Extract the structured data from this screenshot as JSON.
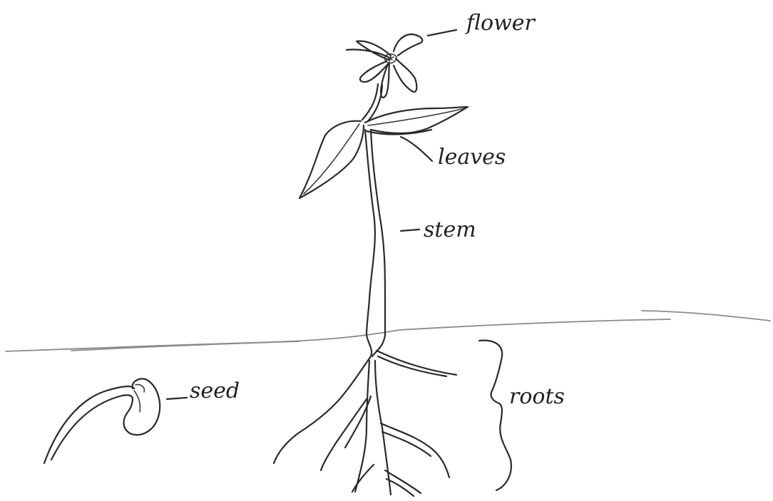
{
  "labels": {
    "flower": "flower",
    "leaves": "leaves",
    "stem": "stem",
    "seed": "seed",
    "roots": "roots"
  },
  "colors": {
    "ink": "#2a2a2a",
    "ground": "#8a8a8a",
    "paper": "#ffffff"
  }
}
